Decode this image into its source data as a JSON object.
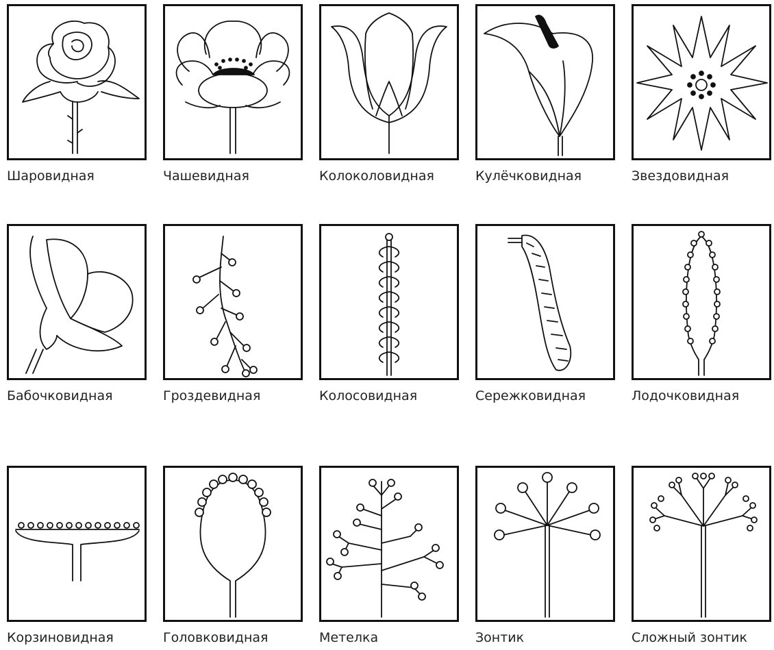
{
  "rows": [
    [
      "Шаровидная",
      "Чашевидная",
      "Колоколовидная",
      "Кулёчковидная",
      "Звездовидная"
    ],
    [
      "Бабочковидная",
      "Гроздевидная",
      "Колосовидная",
      "Сережковидная",
      "Лодочковидная"
    ],
    [
      "Корзиновидная",
      "Головковидная",
      "Метелка",
      "Зонтик",
      "Сложный зонтик"
    ]
  ]
}
